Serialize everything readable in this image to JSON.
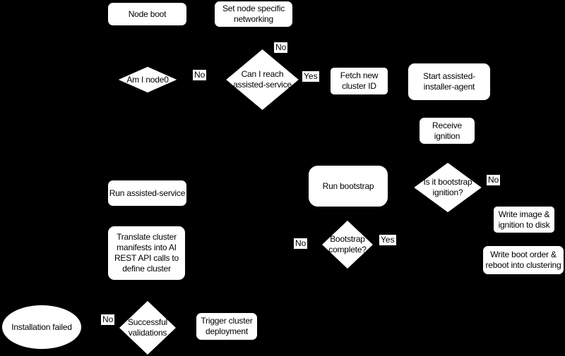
{
  "canvas": {
    "background": "#000000",
    "shape_fill": "#ffffff",
    "shape_border": "#000000",
    "text_color": "#000000",
    "edge_color": "#000000"
  },
  "diagram": {
    "type": "flowchart",
    "nodes": {
      "node_boot": {
        "shape": "rounded-rect",
        "label": "Node boot"
      },
      "set_networking": {
        "shape": "rounded-rect",
        "label": "Set node specific\nnetworking"
      },
      "am_i_node0": {
        "shape": "diamond",
        "label": "Am I node0"
      },
      "can_i_reach": {
        "shape": "diamond",
        "label": "Can I reach\nassisted-service"
      },
      "fetch_cluster_id": {
        "shape": "rect",
        "label": "Fetch new\ncluster ID"
      },
      "start_agent": {
        "shape": "rounded-rect",
        "label": "Start assisted-\ninstaller-agent"
      },
      "receive_ignition": {
        "shape": "rounded-rect",
        "label": "Receive\nignition"
      },
      "run_assisted_service": {
        "shape": "rounded-rect",
        "label": "Run assisted-service"
      },
      "run_bootstrap": {
        "shape": "rounded-rect",
        "label": "Run bootstrap"
      },
      "is_bootstrap_ignition": {
        "shape": "diamond",
        "label": "Is it bootstrap\nignition?"
      },
      "write_image": {
        "shape": "rect",
        "label": "Write image &\nignition to disk"
      },
      "write_boot_order": {
        "shape": "rounded-rect",
        "label": "Write boot order &\nreboot into clustering"
      },
      "translate_cluster": {
        "shape": "rounded-rect",
        "label": "Translate cluster\nmanifests into AI\nREST API calls to\ndefine cluster"
      },
      "bootstrap_complete": {
        "shape": "diamond",
        "label": "Bootstrap\ncomplete?"
      },
      "installation_failed": {
        "shape": "ellipse",
        "label": "Installation failed"
      },
      "successful_validations": {
        "shape": "diamond",
        "label": "Successful\nvalidations"
      },
      "trigger_deployment": {
        "shape": "rounded-rect",
        "label": "Trigger cluster\ndeployment"
      }
    },
    "edge_labels": {
      "am_i_node0_no": "No",
      "can_i_reach_no": "No",
      "can_i_reach_yes": "Yes",
      "is_bootstrap_ignition_no": "No",
      "bootstrap_complete_no": "No",
      "bootstrap_complete_yes": "Yes",
      "successful_validations_no": "No"
    }
  }
}
